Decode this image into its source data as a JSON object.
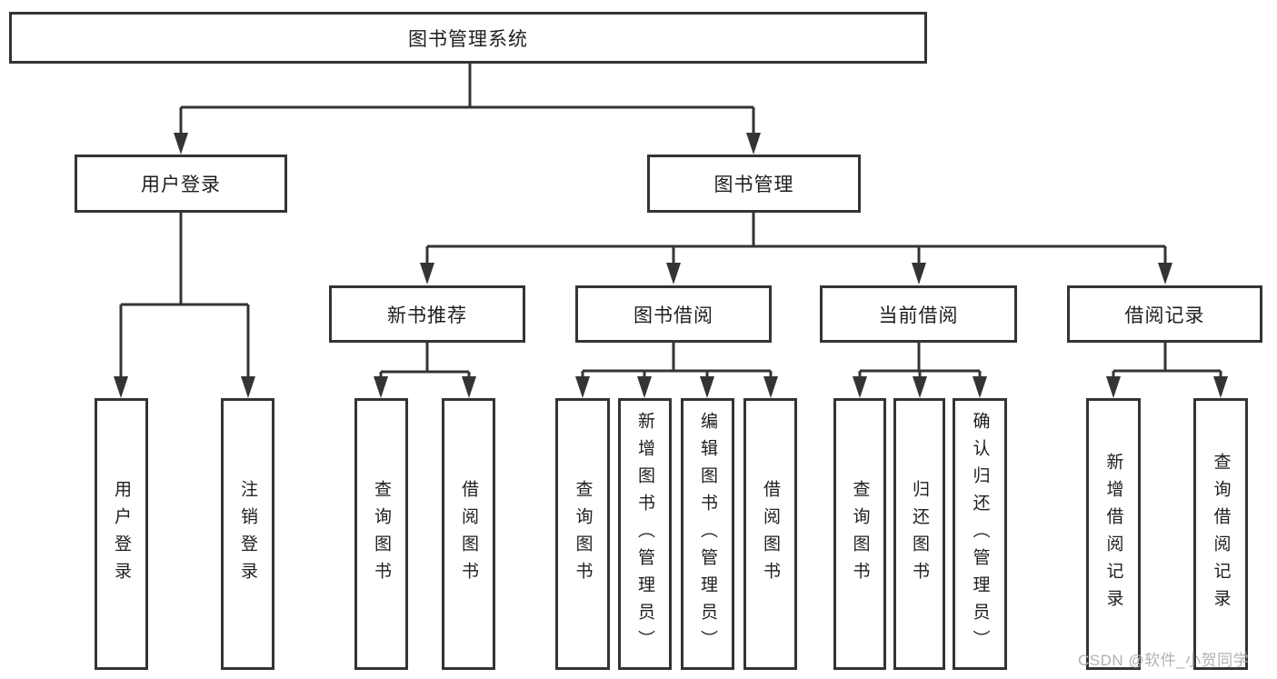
{
  "diagram": {
    "root": {
      "label": "图书管理系统"
    },
    "level2": [
      {
        "label": "用户登录"
      },
      {
        "label": "图书管理"
      }
    ],
    "level3": [
      {
        "label": "新书推荐"
      },
      {
        "label": "图书借阅"
      },
      {
        "label": "当前借阅"
      },
      {
        "label": "借阅记录"
      }
    ],
    "level4": [
      {
        "label": "用户登录"
      },
      {
        "label": "注销登录"
      },
      {
        "label": "查询图书"
      },
      {
        "label": "借阅图书"
      },
      {
        "label": "查询图书"
      },
      {
        "label": "新增图书（管理员）"
      },
      {
        "label": "编辑图书（管理员）"
      },
      {
        "label": "借阅图书"
      },
      {
        "label": "查询图书"
      },
      {
        "label": "归还图书"
      },
      {
        "label": "确认归还（管理员）"
      },
      {
        "label": "新增借阅记录"
      },
      {
        "label": "查询借阅记录"
      }
    ]
  },
  "watermark": {
    "text": "CSDN @软件_小贺同学"
  },
  "colors": {
    "line": "#343434",
    "text": "#1e1e1e",
    "watermark": "#b1b1b1",
    "background": "#ffffff"
  }
}
